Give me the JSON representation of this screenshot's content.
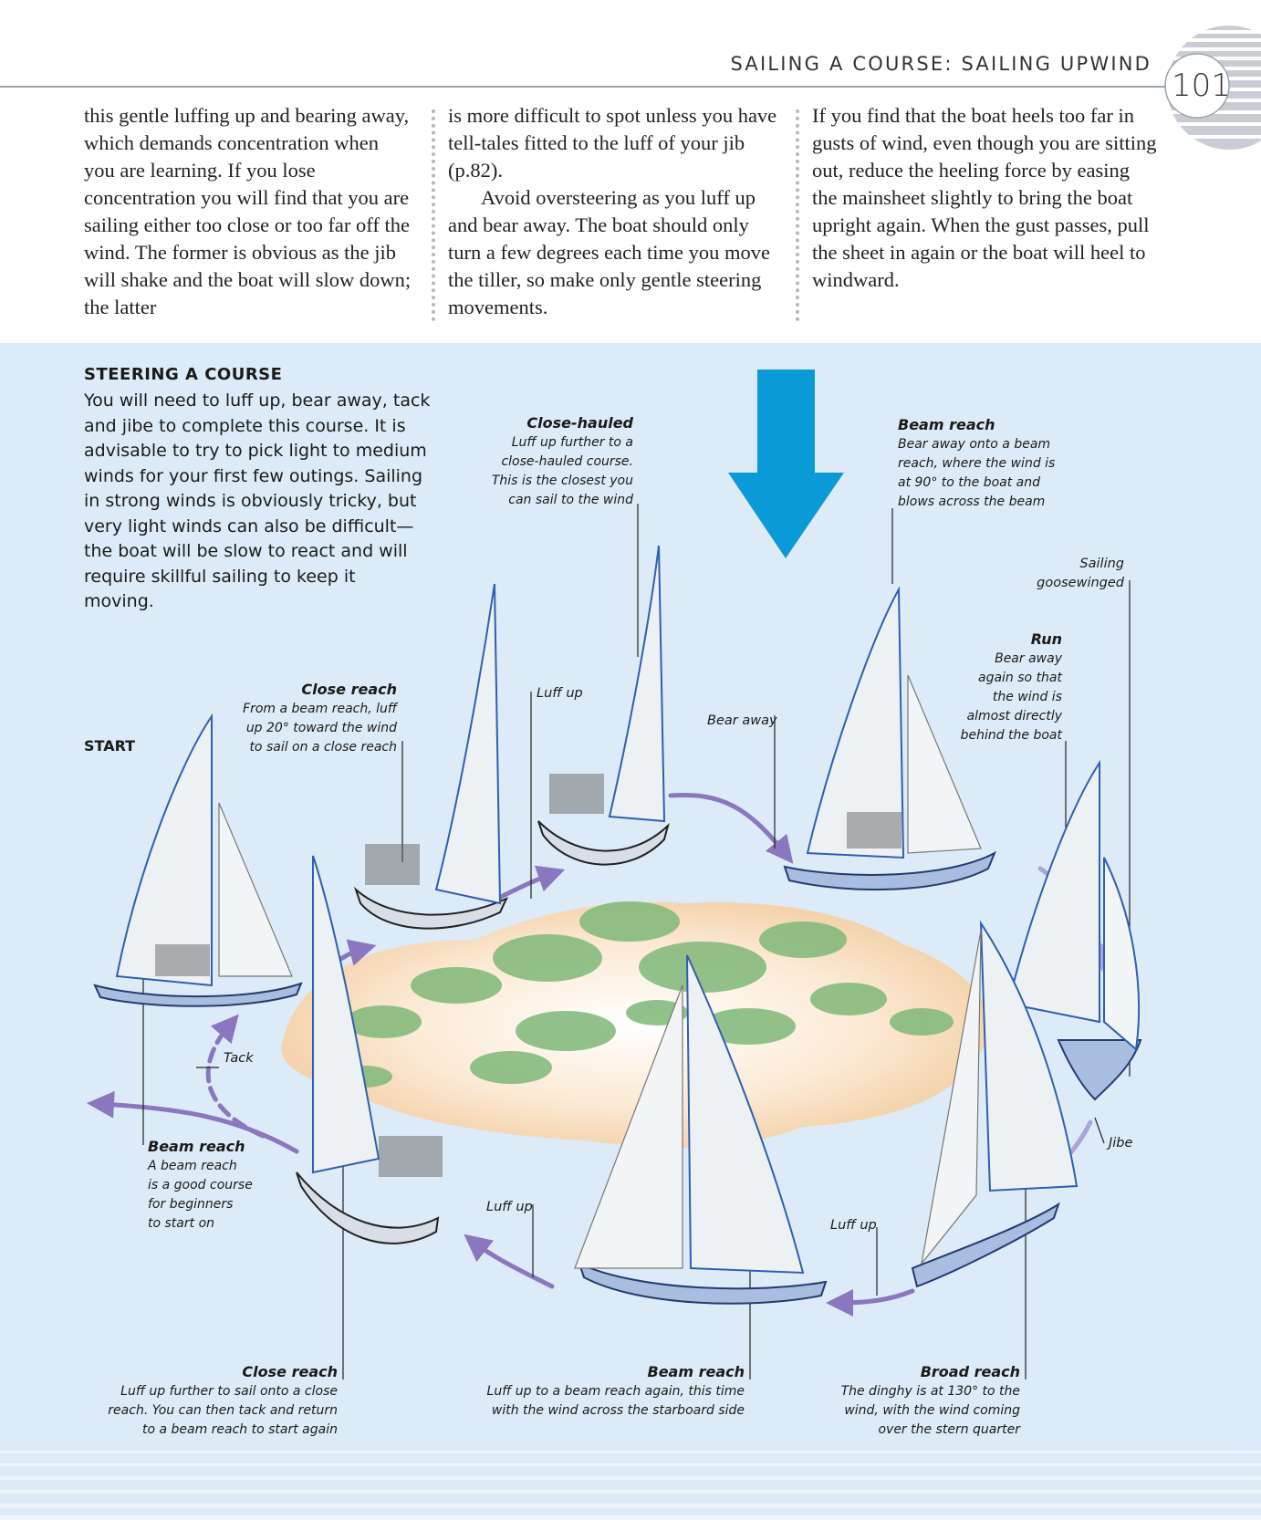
{
  "header": {
    "running_head": "SAILING A COURSE: SAILING UPWIND",
    "page_number": "101"
  },
  "columns": {
    "col1": "this gentle luffing up and bearing away, which demands concentration when you are learning. If you lose concentration you will find that you are sailing either too close or too far off the wind. The former is obvious as the jib will shake and the boat will slow down; the latter",
    "col2_a": "is more difficult to spot unless you have tell-tales fitted to the luff of your jib (p.82).",
    "col2_b": "Avoid oversteering as you luff up and bear away. The boat should only turn a few degrees each time you move the tiller, so make only gentle steering movements.",
    "col3": "If you find that the boat heels too far in gusts of wind, even though you are sitting out, reduce the heeling force by easing the mainsheet slightly to bring the boat upright again. When the gust passes, pull the sheet in again or the boat will heel to windward."
  },
  "intro": {
    "title": "STEERING A COURSE",
    "body": "You will need to luff up, bear away, tack and jibe to complete this course. It is advisable to try to pick light to medium winds for your first few outings. Sailing in strong winds is obviously tricky, but very light winds can also be difficult—the boat will be slow to react and will require skillful sailing to keep it moving."
  },
  "diagram": {
    "start": "START",
    "labels": {
      "close_hauled": {
        "title": "Close-hauled",
        "desc": "Luff up further to a\nclose-hauled course.\nThis is the closest you\ncan sail to the wind"
      },
      "beam_reach_top": {
        "title": "Beam reach",
        "desc": "Bear away onto a beam\nreach, where the wind is\nat 90° to the boat and\nblows across the beam"
      },
      "close_reach_top": {
        "title": "Close reach",
        "desc": "From a beam reach, luff\nup 20° toward the wind\nto sail on a close reach"
      },
      "run": {
        "title": "Run",
        "desc": "Bear away\nagain so that\nthe wind is\nalmost directly\nbehind the boat"
      },
      "beam_reach_start": {
        "title": "Beam reach",
        "desc": "A beam reach\nis a good course\nfor beginners\nto start on"
      },
      "close_reach_bottom": {
        "title": "Close reach",
        "desc": "Luff up further to sail onto a close\nreach. You can then tack and return\nto a beam reach to start again"
      },
      "beam_reach_bottom": {
        "title": "Beam reach",
        "desc": "Luff up to a beam reach again, this time\nwith the wind across the starboard side"
      },
      "broad_reach": {
        "title": "Broad reach",
        "desc": "The dinghy is at 130° to the\nwind, with the wind coming\nover the stern quarter"
      }
    },
    "small": {
      "goosewinged": "Sailing\ngoosewinged",
      "luff_up_1": "Luff up",
      "bear_away": "Bear away",
      "tack": "Tack",
      "jibe": "Jibe",
      "luff_up_2": "Luff up",
      "luff_up_3": "Luff up"
    }
  },
  "colors": {
    "wind_arrow": "#0a9ad8",
    "panel_bg": "#dcebf7",
    "course_arrow": "#8a77c0",
    "island_sand": "#f3cfa4",
    "island_trees": "#7fb879"
  }
}
